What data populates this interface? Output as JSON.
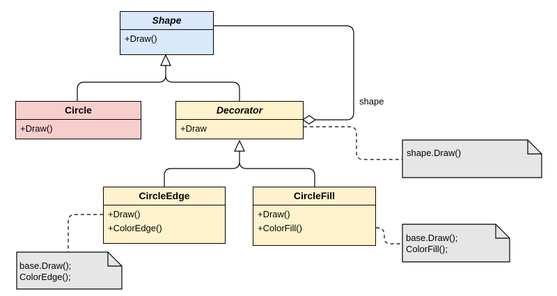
{
  "classes": {
    "shape": {
      "name": "Shape",
      "methods": [
        "+Draw()"
      ]
    },
    "circle": {
      "name": "Circle",
      "methods": [
        "+Draw()"
      ]
    },
    "decorator": {
      "name": "Decorator",
      "methods": [
        "+Draw"
      ]
    },
    "circleEdge": {
      "name": "CircleEdge",
      "methods": [
        "+Draw()",
        "+ColorEdge()"
      ]
    },
    "circleFill": {
      "name": "CircleFill",
      "methods": [
        "+Draw()",
        "+ColorFill()"
      ]
    }
  },
  "notes": {
    "decorator": "shape.Draw()",
    "circleFill": "base.Draw();\nColorFill();",
    "circleEdge": "base.Draw();\nColorEdge();"
  },
  "edges": {
    "aggregation_label": "shape"
  },
  "colors": {
    "abstract_fill": "#dae8fc",
    "concrete_fill": "#f8cecc",
    "decorator_fill": "#fff2cc",
    "note_fill": "#e6e6e6"
  }
}
